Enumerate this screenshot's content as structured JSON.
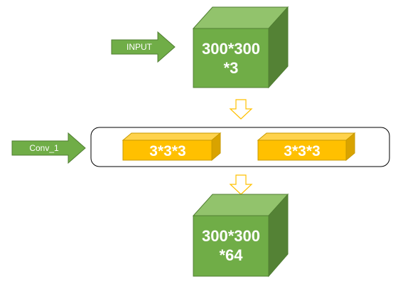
{
  "colors": {
    "cube_front": "#70ad47",
    "cube_top": "#92c36c",
    "cube_side": "#548235",
    "cube_stroke": "#507e32",
    "kernel_front": "#ffc000",
    "kernel_top": "#ffd34d",
    "kernel_side": "#d9a300",
    "kernel_stroke": "#c89a00",
    "down_arrow_stroke": "#ffc000",
    "layer_box_stroke": "#000000"
  },
  "input_arrow": {
    "label": "INPUT"
  },
  "input_cube": {
    "line1": "300*300",
    "line2": "*3"
  },
  "conv_arrow": {
    "label": "Conv_1"
  },
  "kernels": [
    {
      "label": "3*3*3"
    },
    {
      "label": "3*3*3"
    }
  ],
  "output_cube": {
    "line1": "300*300",
    "line2": "*64"
  }
}
